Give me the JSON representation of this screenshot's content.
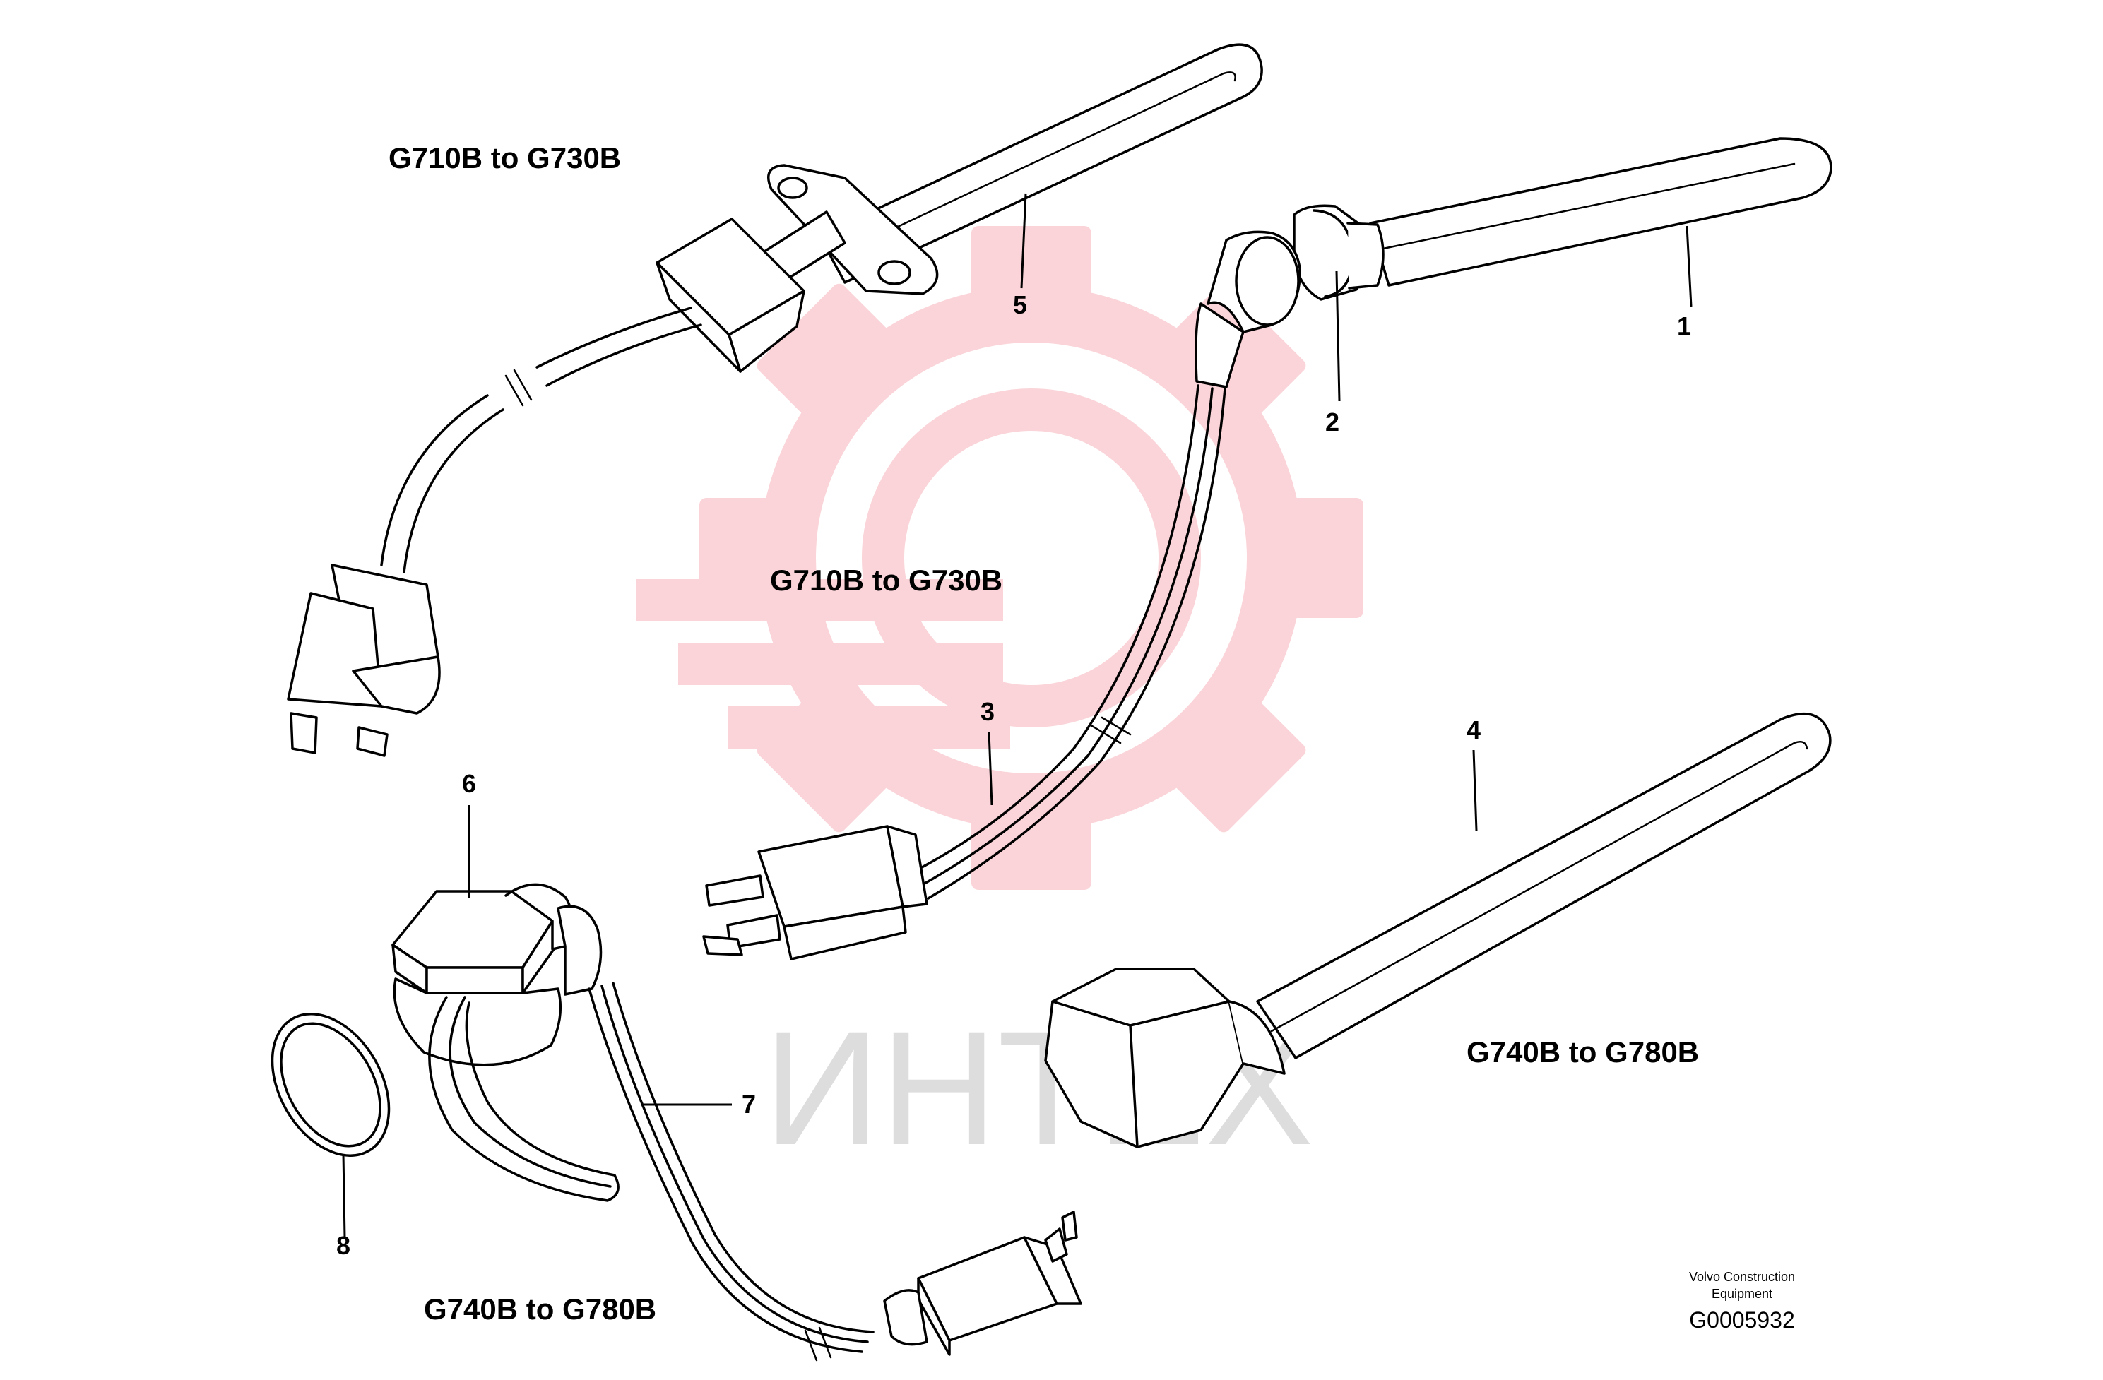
{
  "diagram": {
    "captions": {
      "top_left": "G710B to G730B",
      "center": "G710B to G730B",
      "bottom_left": "G740B to G780B",
      "right": "G740B to G780B"
    },
    "callouts": [
      "1",
      "2",
      "3",
      "4",
      "5",
      "6",
      "7",
      "8"
    ],
    "watermark": {
      "text": "ИНТЕХ",
      "gear_color": "#f4a0a8",
      "text_color": "#d0d0d0"
    },
    "footer": {
      "company_line1": "Volvo Construction",
      "company_line2": "Equipment",
      "code": "G0005932"
    }
  }
}
